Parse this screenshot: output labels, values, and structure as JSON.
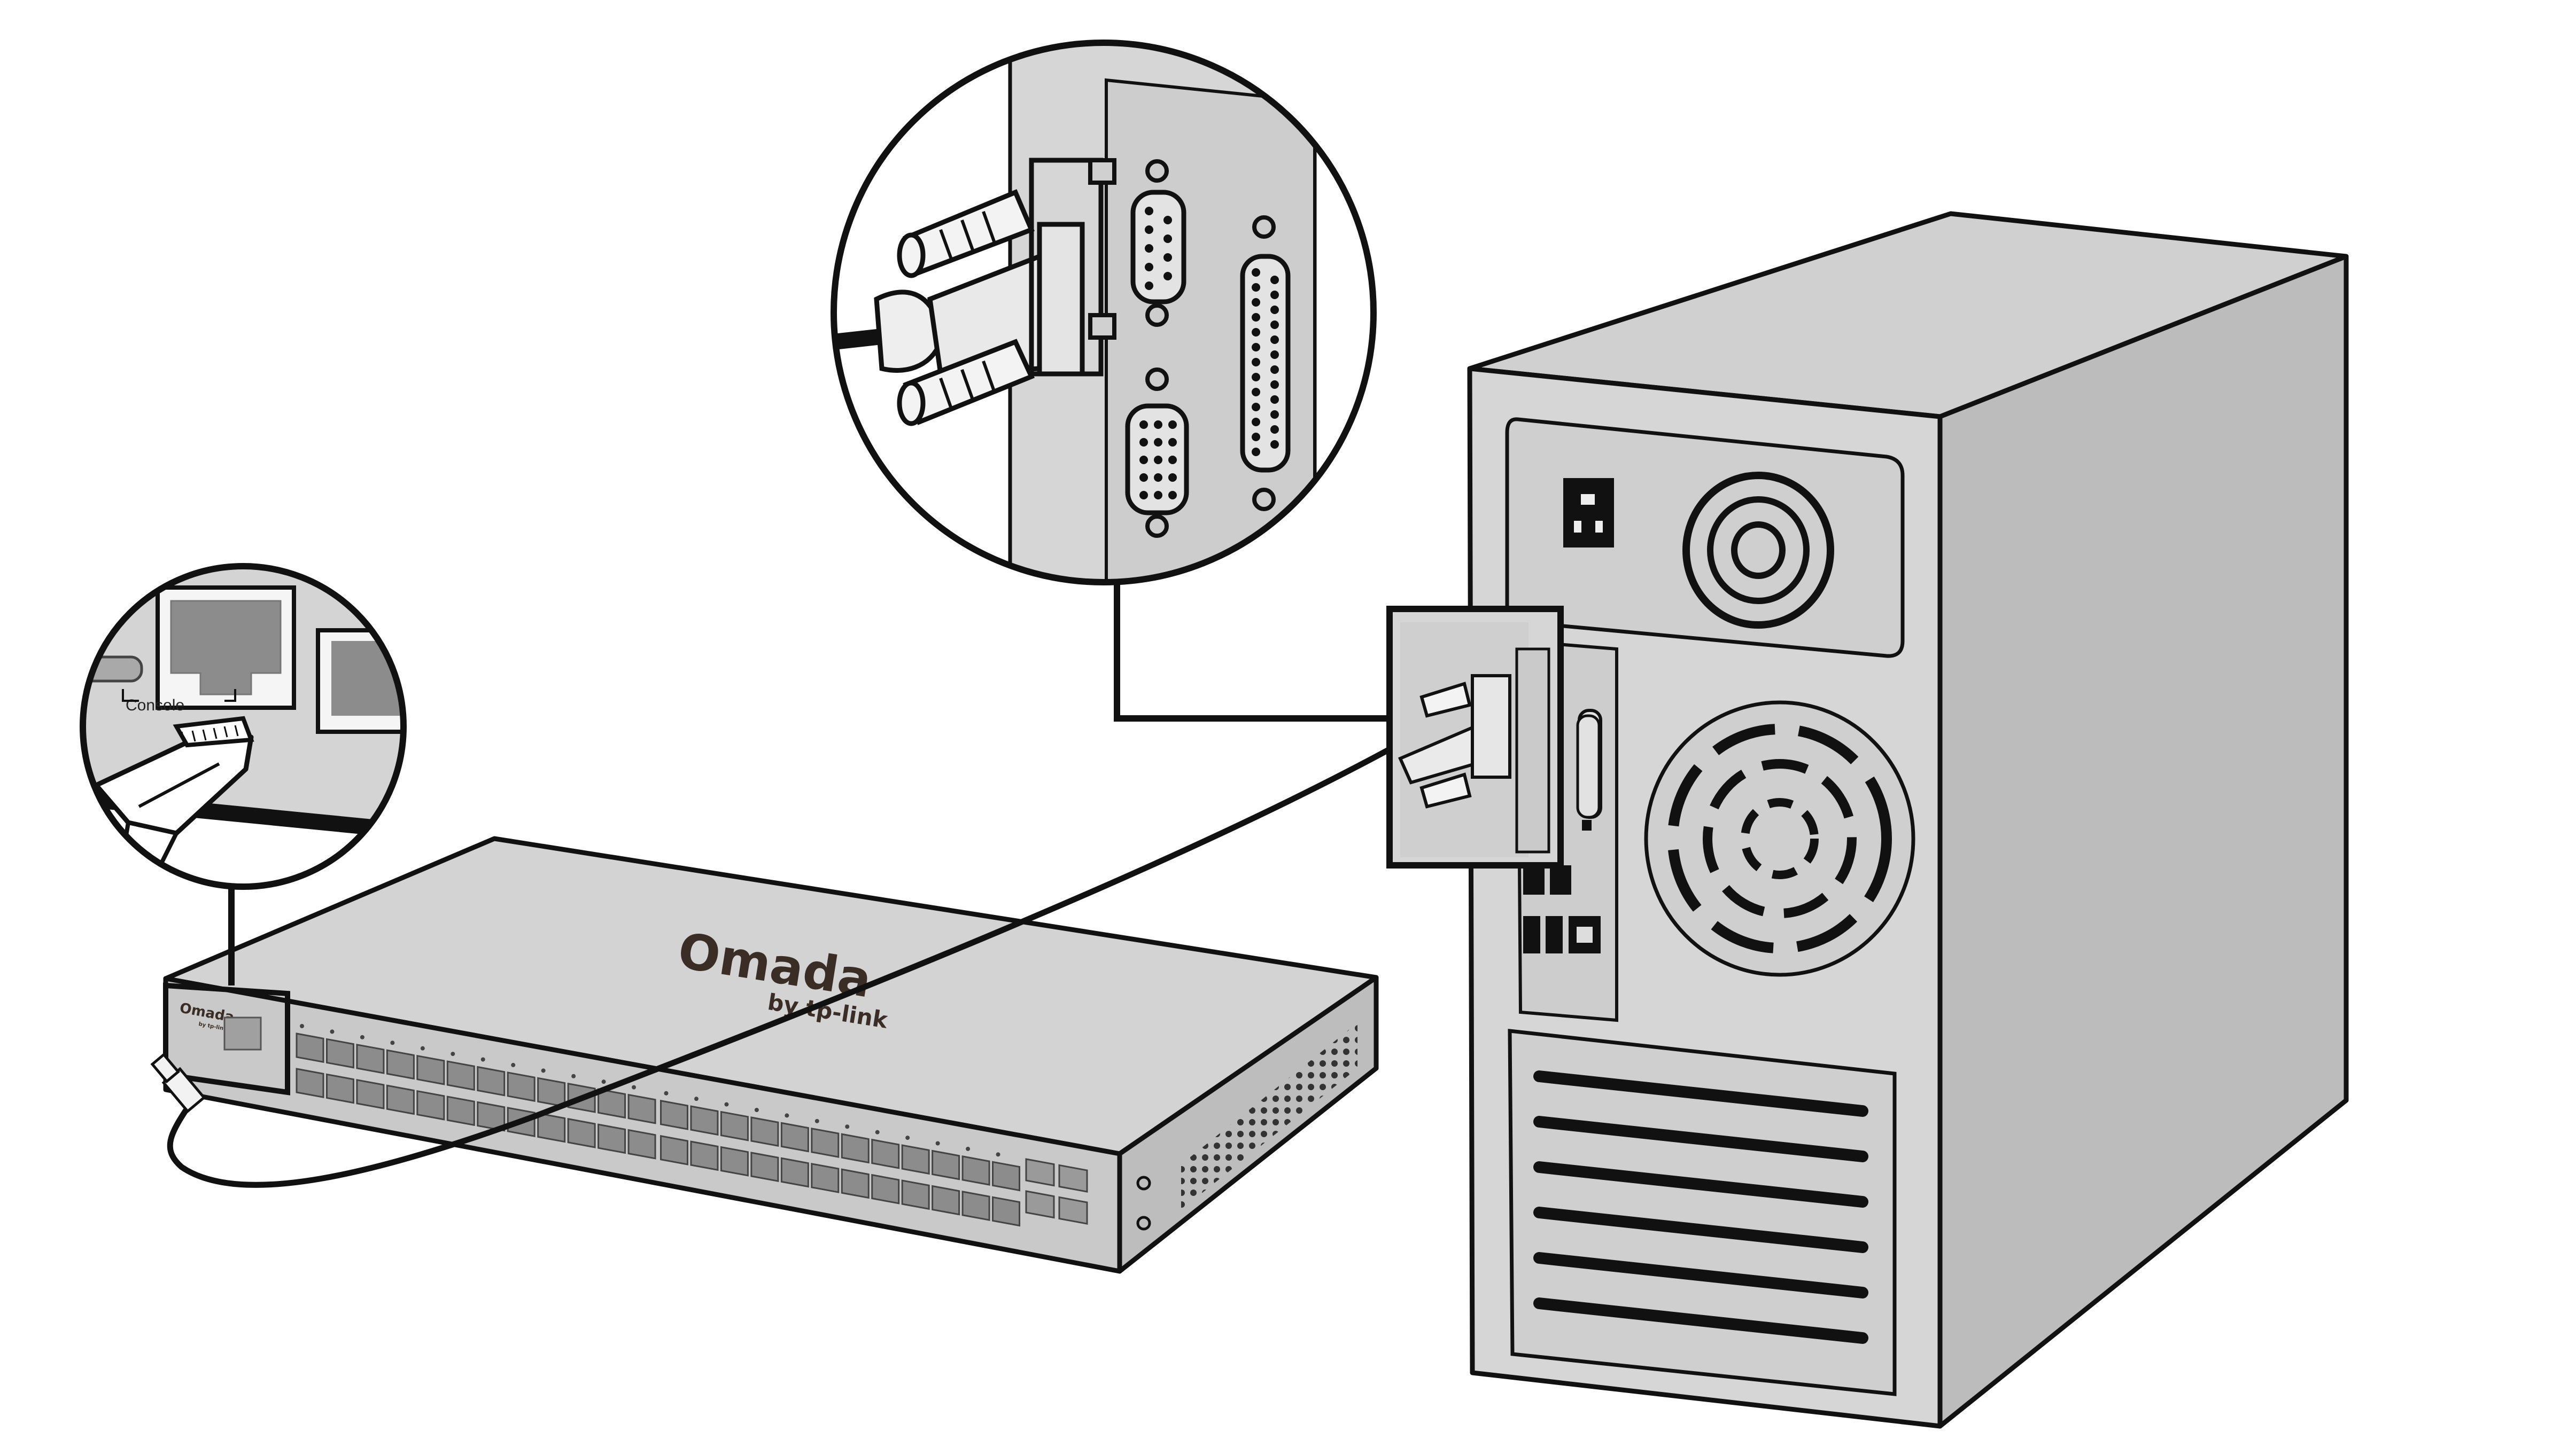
{
  "switch": {
    "brand": "Omada",
    "tagline": "by tp-link",
    "front_brand": "Omada",
    "front_tagline": "by tp-link",
    "ports_per_row": 24,
    "rows": 2,
    "sfp_ports": 4
  },
  "console_zoom": {
    "label": "Console"
  },
  "colors": {
    "outline": "#111111",
    "switch_top": "#d2d2d2",
    "switch_front": "#c4c4c4",
    "pc_side": "#bdbdbd",
    "pc_front": "#d6d6d6",
    "port": "#8a8a8a"
  },
  "icons": {
    "rj45_plug": "rj45-plug-icon",
    "serial_connector": "db9-serial-connector-icon",
    "power_socket": "power-socket-icon",
    "fan": "fan-grille-icon"
  }
}
